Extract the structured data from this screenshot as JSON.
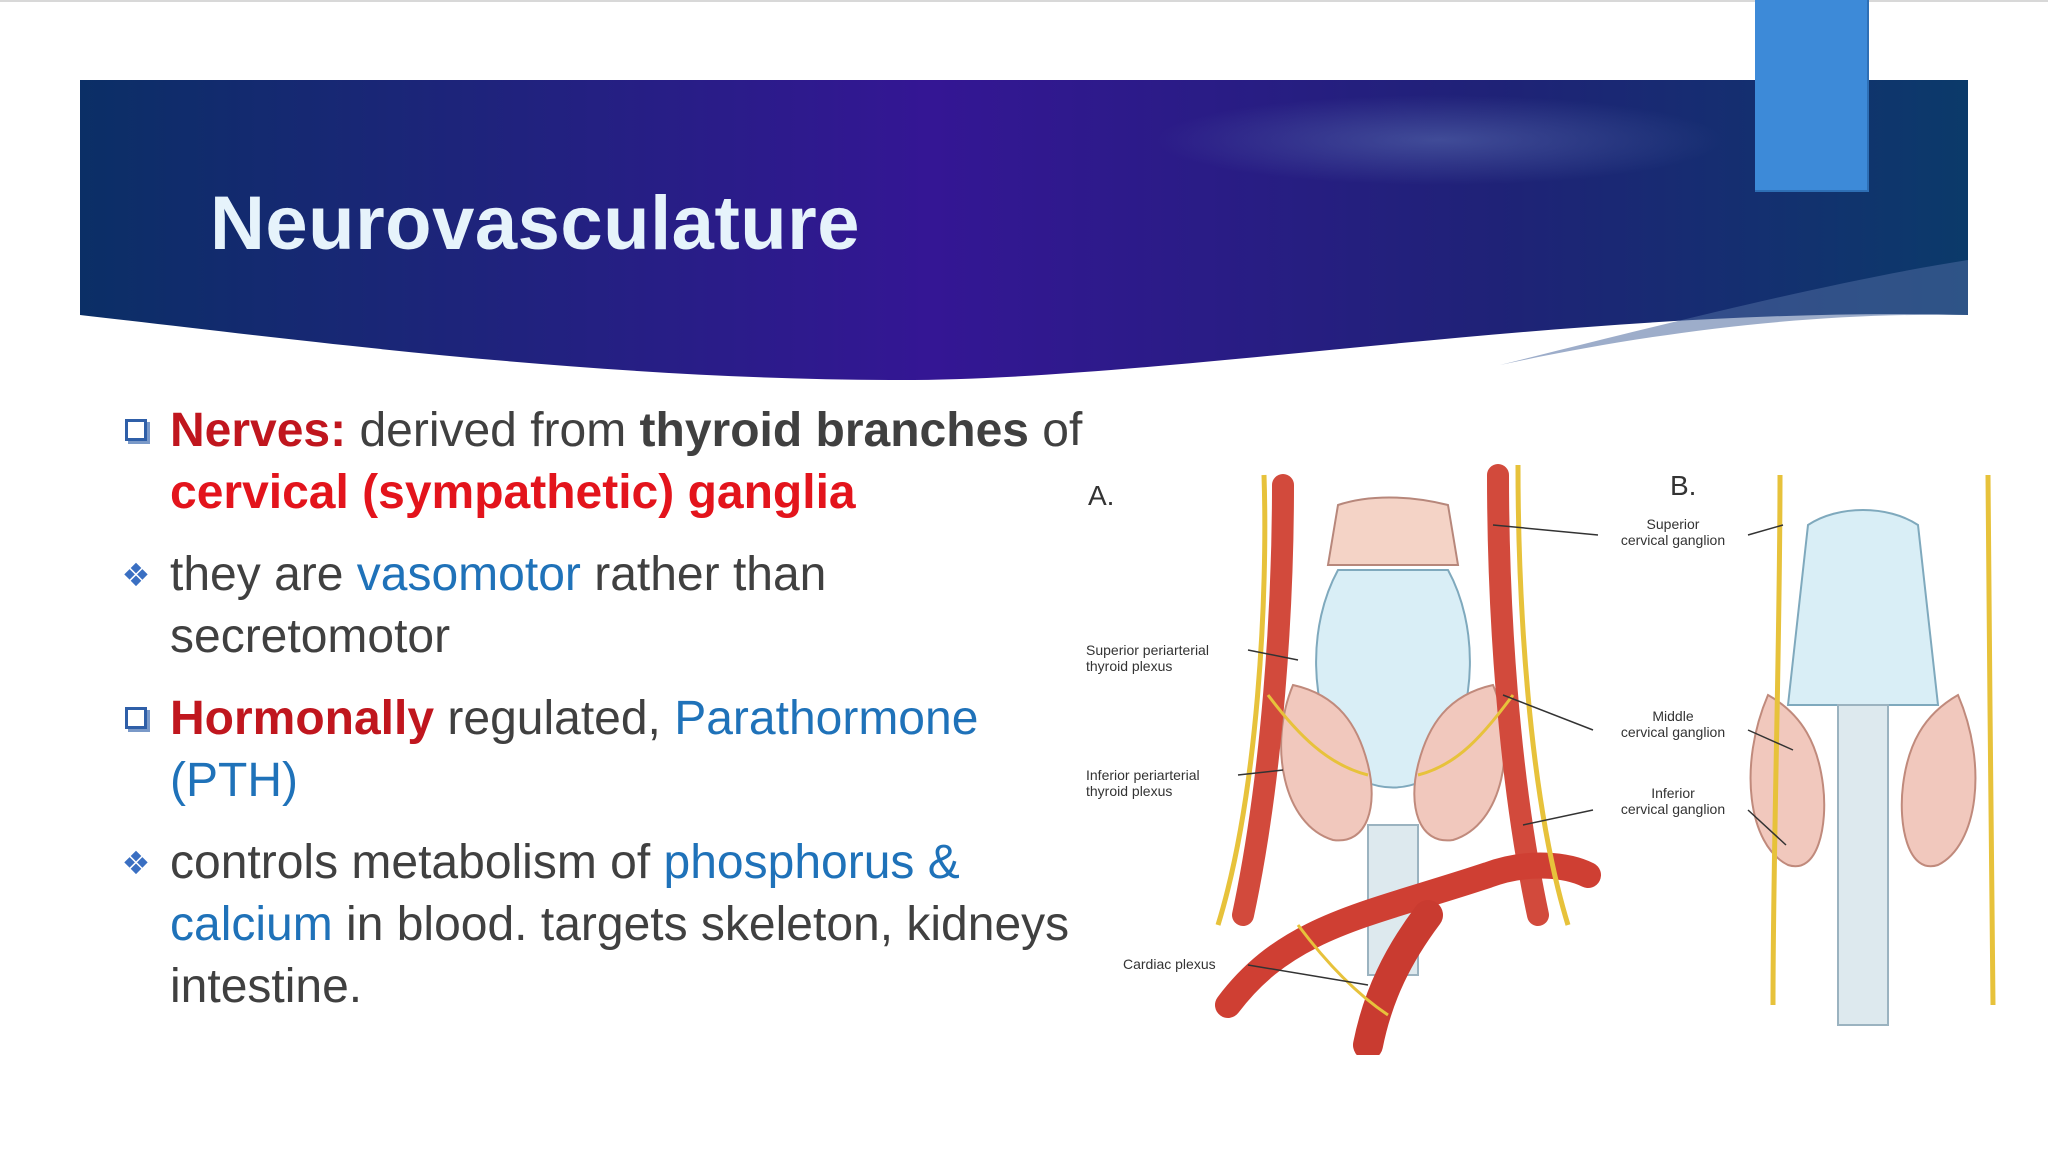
{
  "slide": {
    "title": "Neurovasculature",
    "colors": {
      "banner_start": "#0b2f66",
      "banner_mid": "#341694",
      "banner_end": "#0b3a6a",
      "accent_tab": "#3d8ad8",
      "red": "#e3141c",
      "dark_red": "#c0161e",
      "blue": "#1f72b9",
      "text": "#404040"
    }
  },
  "bullets": [
    {
      "marker": "square",
      "parts": {
        "a": "Nerves:",
        "b": " derived from ",
        "c": "thyroid branches",
        "d": " of ",
        "e": "cervical (sympathetic) ganglia"
      }
    },
    {
      "marker": "diamond",
      "parts": {
        "a": "they are ",
        "b": "vasomotor",
        "c": " rather than secretomotor"
      }
    },
    {
      "marker": "square",
      "parts": {
        "a": "Hormonally",
        "b": " regulated, ",
        "c": "Parathormone (PTH)"
      }
    },
    {
      "marker": "diamond",
      "parts": {
        "a": "controls metabolism of ",
        "b": "phosphorus & calcium",
        "c": " in blood. targets skeleton, kidneys, intestine."
      }
    }
  ],
  "figure": {
    "label_a": "A.",
    "label_b": "B.",
    "labels": {
      "superior_periarterial_1": "Superior periarterial",
      "superior_periarterial_2": "thyroid plexus",
      "inferior_periarterial_1": "Inferior periarterial",
      "inferior_periarterial_2": "thyroid plexus",
      "cardiac_plexus": "Cardiac plexus",
      "superior_ganglion_1": "Superior",
      "superior_ganglion_2": "cervical ganglion",
      "middle_ganglion_1": "Middle",
      "middle_ganglion_2": "cervical ganglion",
      "inferior_ganglion_1": "Inferior",
      "inferior_ganglion_2": "cervical ganglion"
    }
  }
}
